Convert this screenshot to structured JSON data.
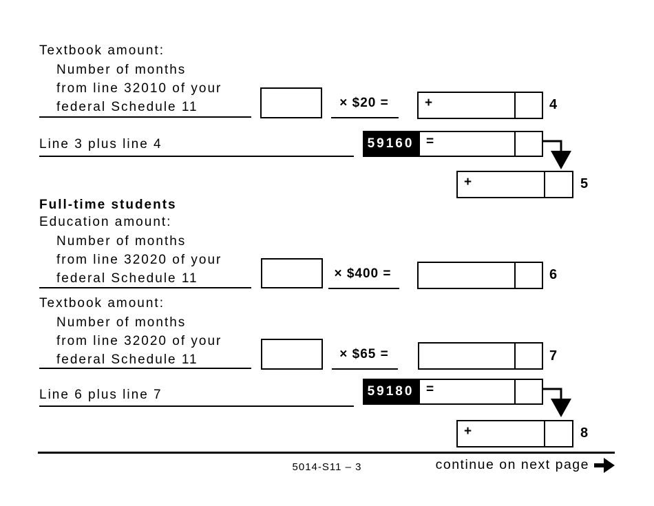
{
  "page": {
    "background": "#ffffff",
    "ink": "#000000"
  },
  "part_time": {
    "textbook": {
      "title": "Textbook amount:",
      "lines": [
        "Number of months",
        "from line 32010 of your",
        "federal Schedule 11"
      ],
      "multiplier": "× $20 =",
      "plus": "+",
      "line_no": "4"
    },
    "subtotal": {
      "label": "Line 3 plus line 4",
      "code": "59160",
      "equals": "=",
      "plus": "+",
      "line_no": "5"
    }
  },
  "full_time": {
    "heading": "Full-time students",
    "education": {
      "title": "Education amount:",
      "lines": [
        "Number of months",
        "from line 32020 of your",
        "federal Schedule 11"
      ],
      "multiplier": "× $400 =",
      "line_no": "6"
    },
    "textbook": {
      "title": "Textbook amount:",
      "lines": [
        "Number of months",
        "from line 32020 of your",
        "federal Schedule 11"
      ],
      "multiplier": "× $65 =",
      "line_no": "7"
    },
    "subtotal": {
      "label": "Line 6 plus line 7",
      "code": "59180",
      "equals": "=",
      "plus": "+",
      "line_no": "8"
    }
  },
  "footer": {
    "page_code": "5014-S11 – 3",
    "continue_label": "continue on next page"
  }
}
